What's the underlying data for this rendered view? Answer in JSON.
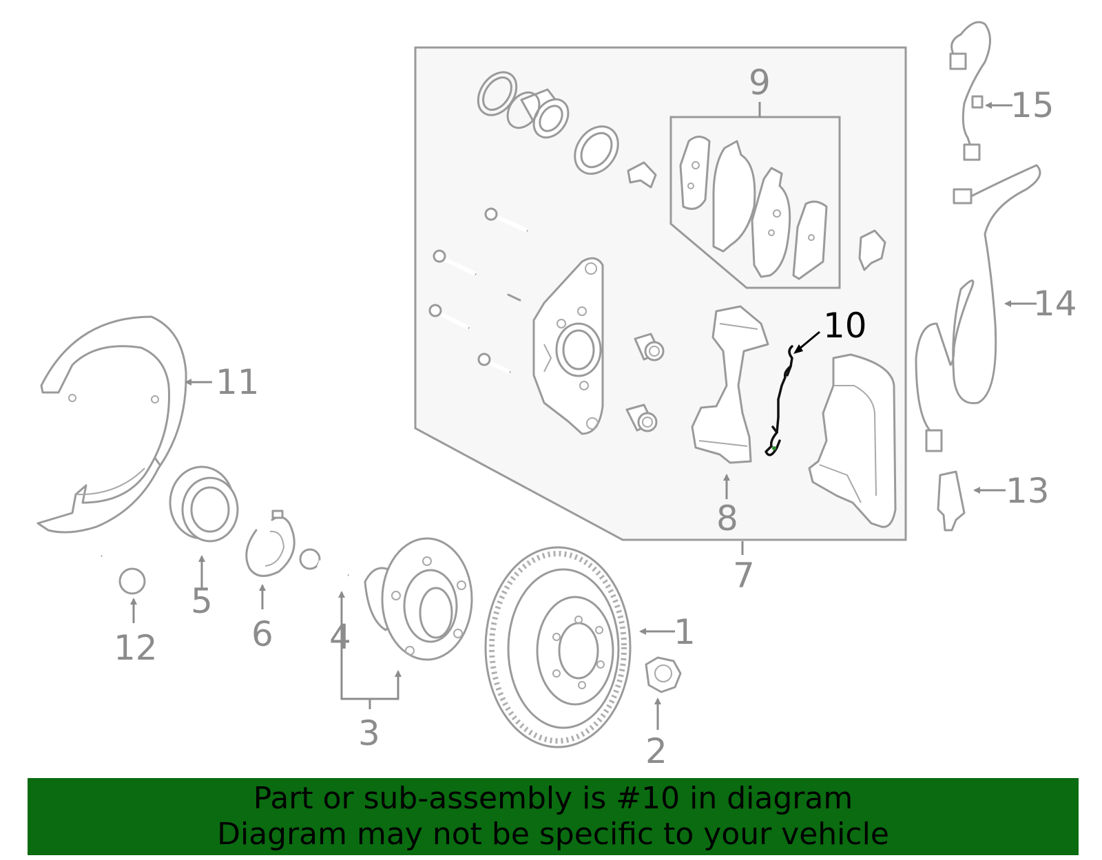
{
  "diagram": {
    "callouts": {
      "c1": "1",
      "c2": "2",
      "c3": "3",
      "c4": "4",
      "c5": "5",
      "c6": "6",
      "c7": "7",
      "c8": "8",
      "c9": "9",
      "c10": "10",
      "c11": "11",
      "c12": "12",
      "c13": "13",
      "c14": "14",
      "c15": "15"
    },
    "highlighted_part": "10",
    "colors": {
      "line_art": "#9a9a9a",
      "highlight": "#000000",
      "banner": "#0a6b10",
      "assembly_box": "#f7f7f7"
    }
  },
  "banner": {
    "line1": "Part or sub-assembly is #10 in diagram",
    "line2": "Diagram may not be specific to your vehicle"
  }
}
